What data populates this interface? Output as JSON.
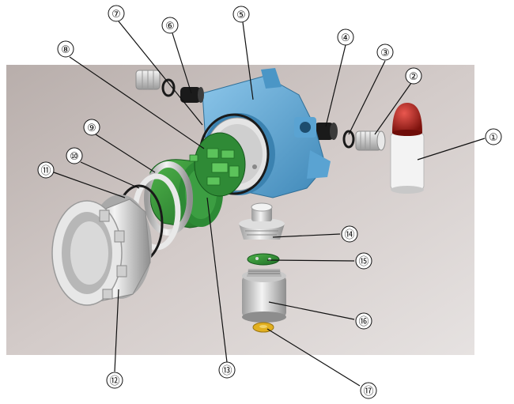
{
  "callouts": [
    {
      "id": "c1",
      "label": "①"
    },
    {
      "id": "c2",
      "label": "②"
    },
    {
      "id": "c3",
      "label": "③"
    },
    {
      "id": "c4",
      "label": "④"
    },
    {
      "id": "c5",
      "label": "⑤"
    },
    {
      "id": "c6",
      "label": "⑥"
    },
    {
      "id": "c7",
      "label": "⑦"
    },
    {
      "id": "c8",
      "label": "⑧"
    },
    {
      "id": "c9",
      "label": "⑨"
    },
    {
      "id": "c10",
      "label": "⑩"
    },
    {
      "id": "c11",
      "label": "⑪"
    },
    {
      "id": "c12",
      "label": "⑫"
    },
    {
      "id": "c13",
      "label": "⑬"
    },
    {
      "id": "c14",
      "label": "⑭"
    },
    {
      "id": "c15",
      "label": "⑮"
    },
    {
      "id": "c16",
      "label": "⑯"
    },
    {
      "id": "c17",
      "label": "⑰"
    }
  ],
  "colors": {
    "background_panel": "#c7bebb",
    "housing_blue": "#6fb4df",
    "housing_blue_dark": "#3f88b8",
    "board_green": "#2f9a3a",
    "board_green_light": "#5cc35b",
    "metal": "#d8d8d8",
    "metal_dark": "#8f8f8f",
    "lamp_red": "#b3221c",
    "lamp_body": "#f2f2f2",
    "brass": "#e2b020",
    "rubber_black": "#1a1a1a"
  }
}
